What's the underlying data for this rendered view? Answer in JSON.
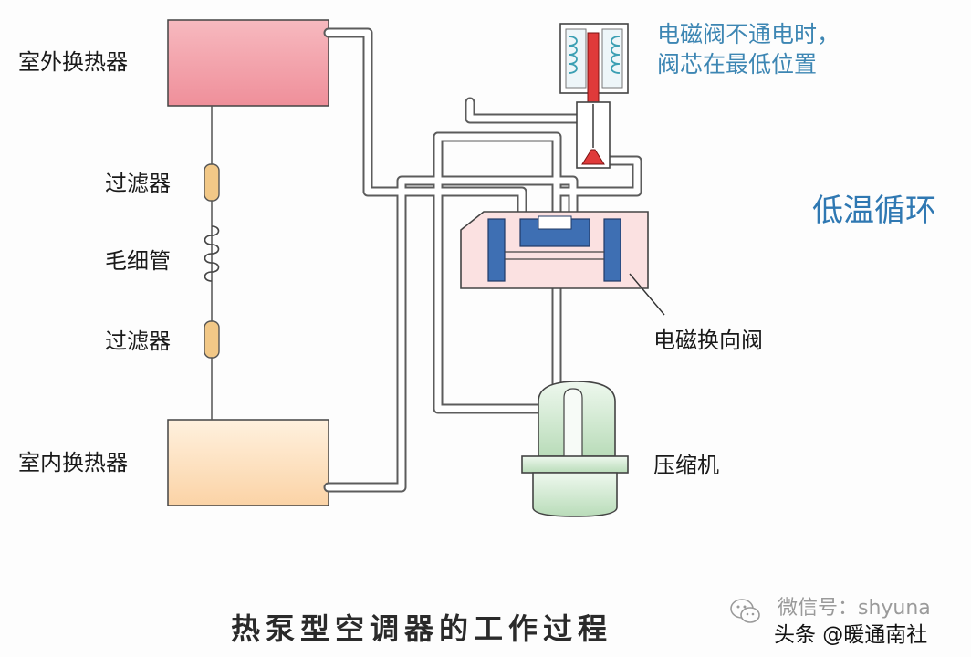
{
  "labels": {
    "outdoor_hx": "室外换热器",
    "indoor_hx": "室内换热器",
    "filter_top": "过滤器",
    "capillary": "毛细管",
    "filter_bottom": "过滤器",
    "reversing_valve": "电磁换向阀",
    "compressor": "压缩机",
    "solenoid_note_line1": "电磁阀不通电时，",
    "solenoid_note_line2": "阀芯在最低位置",
    "mode": "低温循环",
    "title": "热泵型空调器的工作过程"
  },
  "watermark": {
    "wechat_line": "微信号：shyuna",
    "platform_line": "头条 @暖通南社"
  },
  "colors": {
    "outdoor_fill": "#f4a9b1",
    "indoor_fill": "#fde3c4",
    "valve_body": "#fbe1e1",
    "slider_blue": "#3e6fb3",
    "compressor_fill": "#d6ecd6",
    "filter_fill": "#f2c887",
    "solenoid_red": "#e03a3a",
    "pipe": "#6c6c6c"
  },
  "icons": [
    "wechat-icon"
  ]
}
